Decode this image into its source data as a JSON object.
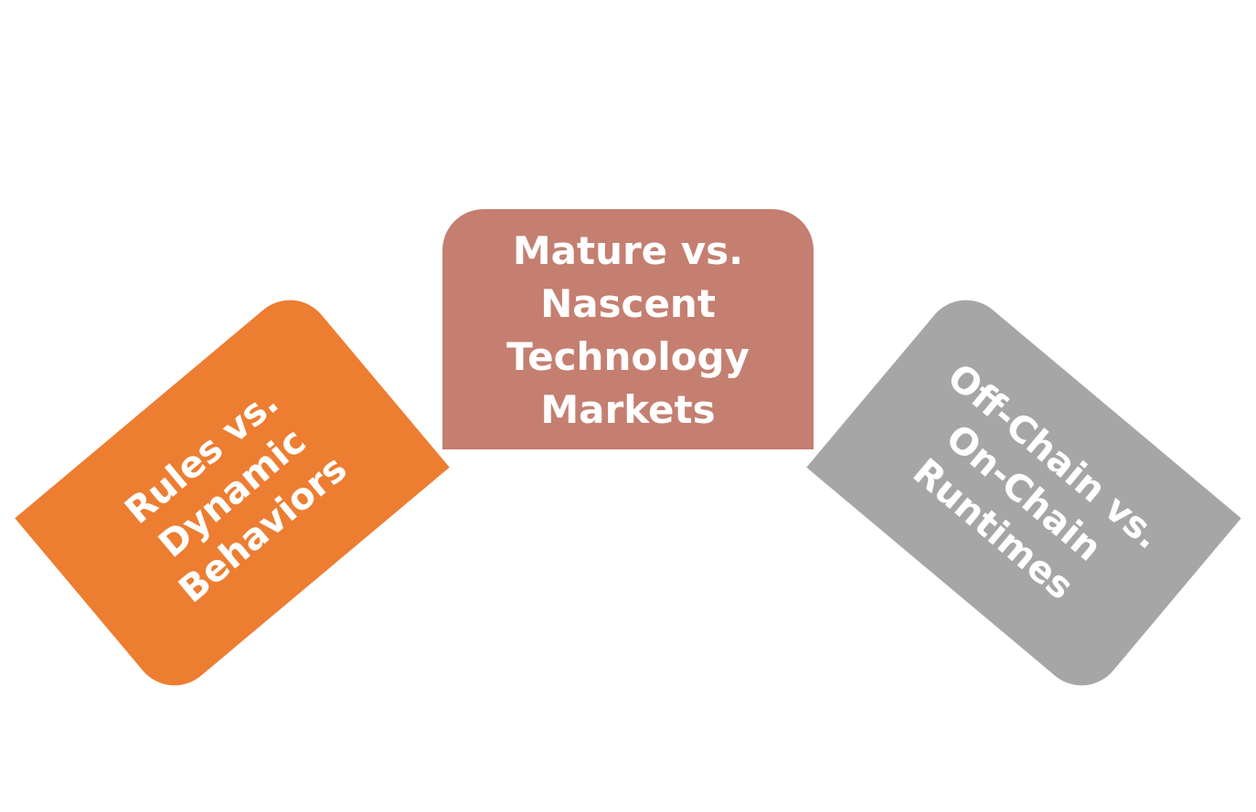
{
  "colors": {
    "background": "#ffffff",
    "left_card": "#ED7D31",
    "center_card": "#C47F71",
    "right_card": "#A6A6A6",
    "text": "#ffffff"
  },
  "cards": [
    {
      "id": "left",
      "label": "Rules vs.\nDynamic\nBehaviors"
    },
    {
      "id": "center",
      "label": "Mature vs.\nNascent\nTechnology\nMarkets"
    },
    {
      "id": "right",
      "label": "Off-Chain vs.\nOn-Chain\nRuntimes"
    }
  ]
}
